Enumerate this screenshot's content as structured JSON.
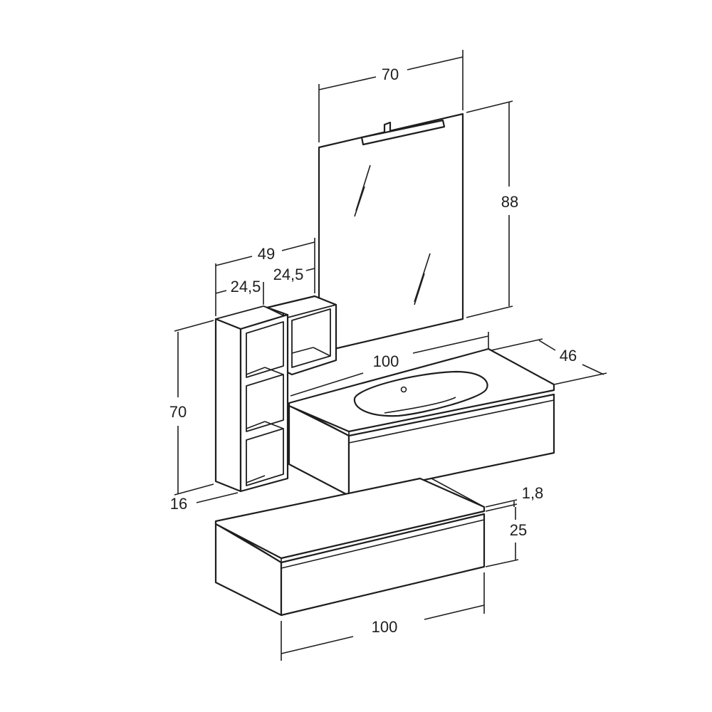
{
  "dimensions": {
    "mirror_width": "70",
    "mirror_height": "88",
    "shelf_total_width": "49",
    "shelf_tall_width": "24,5",
    "shelf_small_width": "24,5",
    "shelf_height": "70",
    "shelf_depth": "16",
    "vanity_width": "100",
    "vanity_depth": "46",
    "top_thickness": "1,8",
    "drawer_height": "25",
    "lower_unit_width": "100"
  }
}
